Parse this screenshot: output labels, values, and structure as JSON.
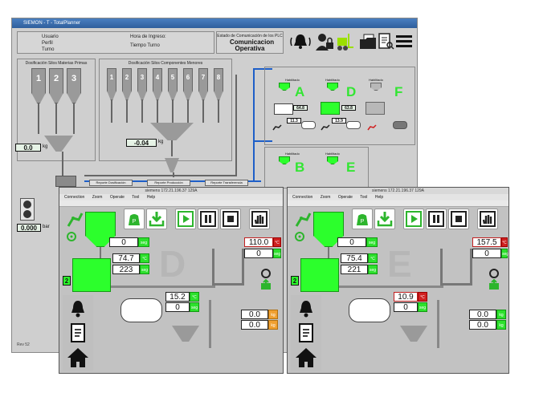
{
  "main": {
    "title": "SIEMON - T - TotalPlanner",
    "user_labels": {
      "usuario": "Usuario",
      "perfil": "Perfil",
      "turno": "Turno",
      "hora": "Hora de Ingreso:",
      "tiempo": "Tiempo Turno"
    },
    "plc": {
      "label": "Estado de Comunicación de los PLC",
      "status": "Comunicacion Operativa"
    },
    "materias_primas_title": "Dosificación Silos Materias Primas",
    "componentes_title": "Dosificación Silos Componentes Menores",
    "silos_mp": [
      "1",
      "2",
      "3"
    ],
    "silos_comp": [
      "1",
      "2",
      "3",
      "4",
      "5",
      "6",
      "7",
      "8"
    ],
    "kg_left": {
      "value": "0.0",
      "unit": "kg"
    },
    "kg_center": {
      "value": "-0.04",
      "unit": "kg"
    },
    "bar_value": {
      "value": "0.000",
      "unit": "bar"
    },
    "tanks": [
      "A",
      "D",
      "F",
      "B",
      "E"
    ],
    "habilitado": "Habilitado",
    "tank_values": {
      "a_temp": "64.8",
      "a_small": "11.3",
      "d_temp": "63.8",
      "d_small": "13.9"
    },
    "buttons": [
      "Reporte Dosificación",
      "Reporte Producción",
      "Reporte Transferencia"
    ],
    "footer": "Rev 52"
  },
  "sub_d": {
    "title": "siemens  172.21.196.37  129A",
    "menu": [
      "Connection",
      "Zoom",
      "Operate",
      "Tool",
      "Help"
    ],
    "letter": "D",
    "top_seg": {
      "value": "0",
      "unit": "seg"
    },
    "temp": {
      "value": "74.7",
      "unit": "°C"
    },
    "seg2": {
      "value": "223",
      "unit": "seg"
    },
    "right_top": {
      "value": "110.0",
      "unit": "°C"
    },
    "right_seg": {
      "value": "0",
      "unit": "seg"
    },
    "mid_temp": {
      "value": "15.2",
      "unit": "°C"
    },
    "mid_seg": {
      "value": "0",
      "unit": "seg"
    },
    "kg1": {
      "value": "0.0",
      "unit": "kg"
    },
    "kg2": {
      "value": "0.0",
      "unit": "kg"
    },
    "badge": "2"
  },
  "sub_e": {
    "title": "siemens  172.21.196.37  129A",
    "menu": [
      "Connection",
      "Zoom",
      "Operate",
      "Tool",
      "Help"
    ],
    "letter": "E",
    "top_seg": {
      "value": "0",
      "unit": "seg"
    },
    "temp": {
      "value": "75.4",
      "unit": "°C"
    },
    "seg2": {
      "value": "221",
      "unit": "seg"
    },
    "right_top": {
      "value": "157.5",
      "unit": "°C"
    },
    "right_seg": {
      "value": "0",
      "unit": "seg"
    },
    "mid_temp": {
      "value": "10.9",
      "unit": "°C"
    },
    "mid_seg": {
      "value": "0",
      "unit": "seg"
    },
    "kg1": {
      "value": "0.0",
      "unit": "kg"
    },
    "kg2": {
      "value": "0.0",
      "unit": "kg"
    },
    "badge": "2"
  },
  "colors": {
    "green": "#2cff2c",
    "blue_pipe": "#1e5fc8",
    "alarm_red": "#d02020",
    "silo_grey": "#9a9a9a"
  }
}
